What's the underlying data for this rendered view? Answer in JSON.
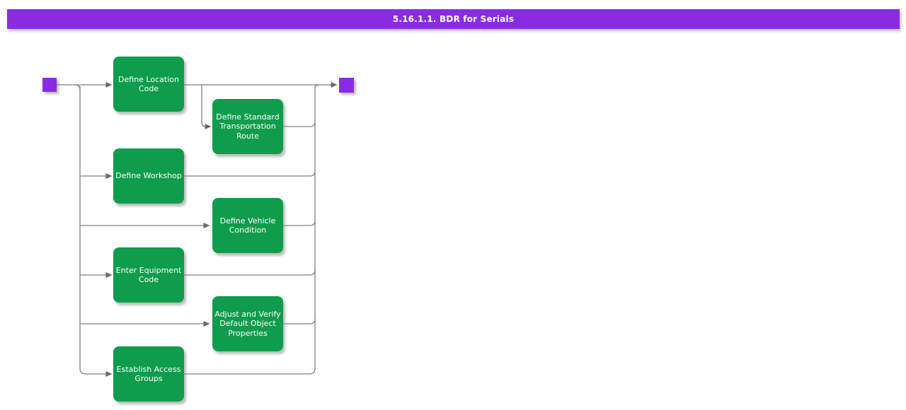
{
  "title_bar": {
    "label": "5.16.1.1. BDR for Serials"
  },
  "colors": {
    "title_purple": "#8A2BE2",
    "node_purple": "#8A2BE2",
    "activity_green": "#109C4D",
    "connector_gray": "#7F7F7F",
    "arrow_gray": "#696969",
    "label_white": "#FFFFFF"
  },
  "diagram": {
    "start_marker": "purple-square",
    "end_marker": "purple-square",
    "activities": [
      {
        "label": "Define Location Code"
      },
      {
        "label": "Define Standard Transportation Route"
      },
      {
        "label": "Define Workshop"
      },
      {
        "label": "Define Vehicle Condition"
      },
      {
        "label": "Enter Equipment Code"
      },
      {
        "label": "Adjust and Verify Default Object Properties"
      },
      {
        "label": "Establish Access Groups"
      }
    ]
  }
}
